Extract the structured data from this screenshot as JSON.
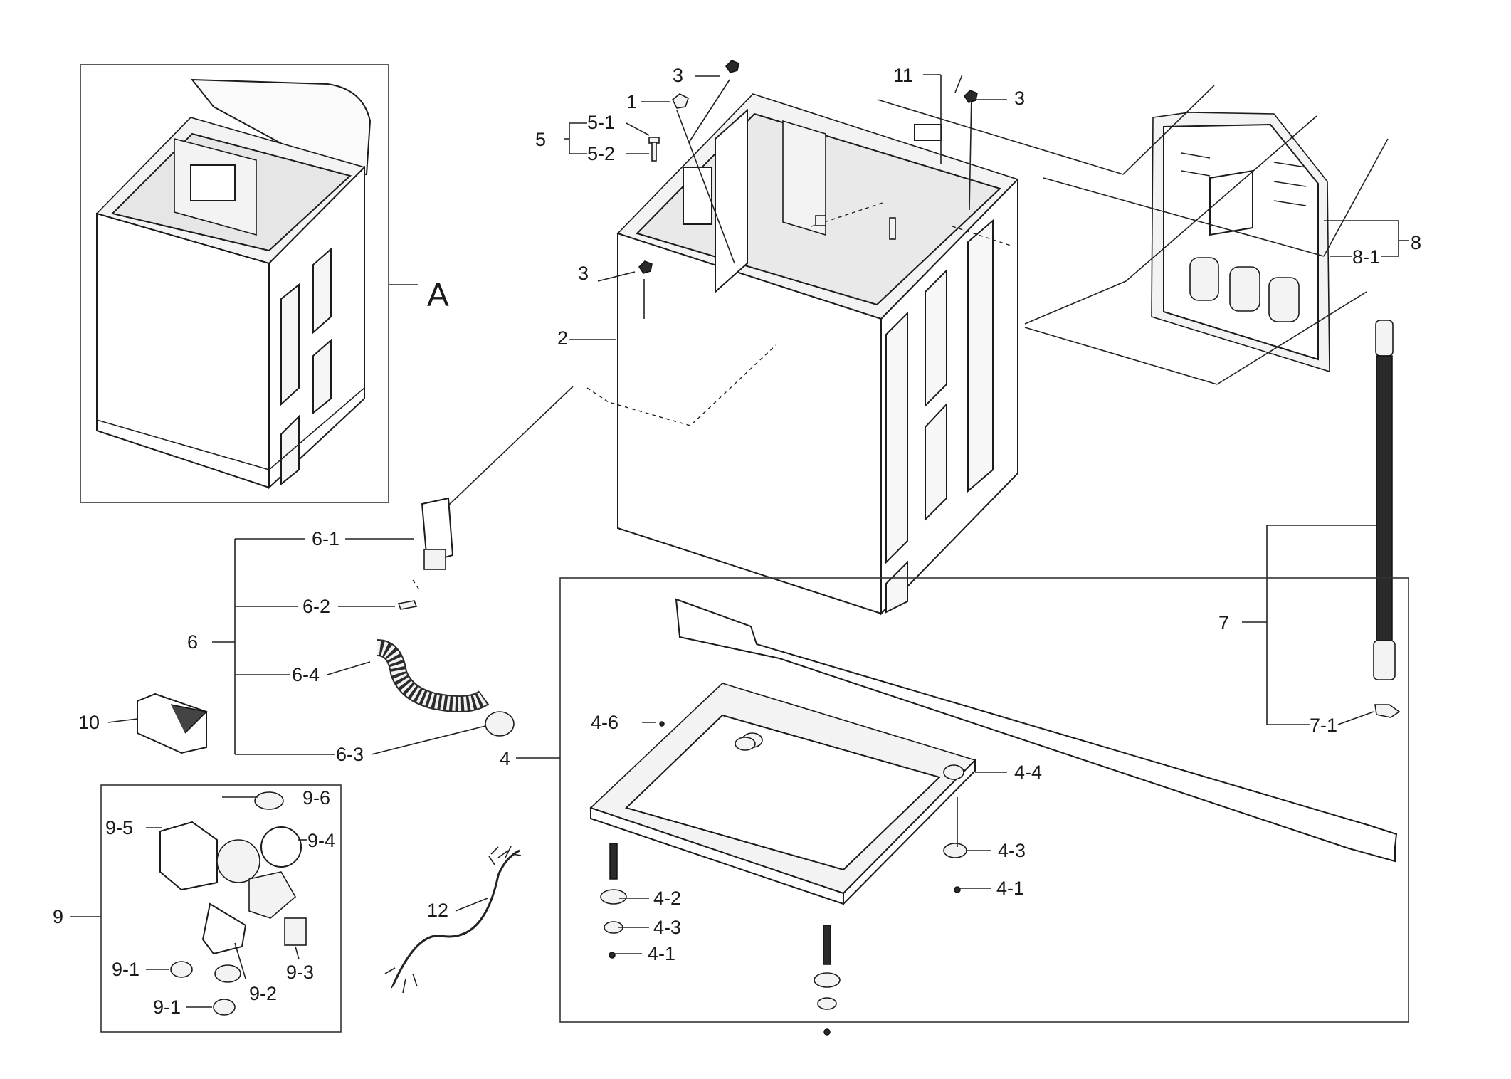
{
  "labels": {
    "a": "A",
    "l1": "1",
    "l2": "2",
    "l3a": "3",
    "l3b": "3",
    "l3c": "3",
    "l4": "4",
    "l4_1a": "4-1",
    "l4_1b": "4-1",
    "l4_2": "4-2",
    "l4_3a": "4-3",
    "l4_3b": "4-3",
    "l4_4": "4-4",
    "l4_6": "4-6",
    "l5": "5",
    "l5_1": "5-1",
    "l5_2": "5-2",
    "l6": "6",
    "l6_1": "6-1",
    "l6_2": "6-2",
    "l6_3": "6-3",
    "l6_4": "6-4",
    "l7": "7",
    "l7_1": "7-1",
    "l8": "8",
    "l8_1": "8-1",
    "l9": "9",
    "l9_1a": "9-1",
    "l9_1b": "9-1",
    "l9_2": "9-2",
    "l9_3": "9-3",
    "l9_4": "9-4",
    "l9_5": "9-5",
    "l9_6": "9-6",
    "l10": "10",
    "l11": "11",
    "l12": "12"
  },
  "icons": {
    "cabinet": "cabinet-illustration",
    "back_panel": "back-panel-illustration",
    "base_frame": "base-frame-illustration",
    "drain_hose": "drain-hose-illustration",
    "pump": "drain-pump-illustration",
    "harness": "wire-harness-illustration"
  }
}
